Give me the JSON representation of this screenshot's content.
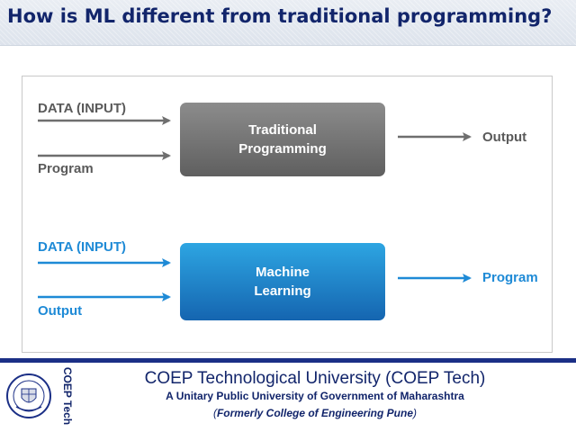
{
  "slide": {
    "title": "How is ML different from traditional programming?"
  },
  "traditional": {
    "input_1": "DATA (INPUT)",
    "input_2": "Program",
    "box_line1": "Traditional",
    "box_line2": "Programming",
    "output": "Output",
    "color": "#6e6e6e"
  },
  "machine_learning": {
    "input_1": "DATA (INPUT)",
    "input_2": "Output",
    "box_line1": "Machine",
    "box_line2": "Learning",
    "output": "Program",
    "color": "#1e8ad6"
  },
  "footer": {
    "university": "COEP Technological University (COEP Tech)",
    "subtitle": "A Unitary Public University of Government of Maharashtra",
    "former_prefix": "(",
    "former_name": "Formerly College of Engineering Pune",
    "former_suffix": ")",
    "vertical_label": "COEP Tech",
    "accent": "#1b2f86"
  }
}
